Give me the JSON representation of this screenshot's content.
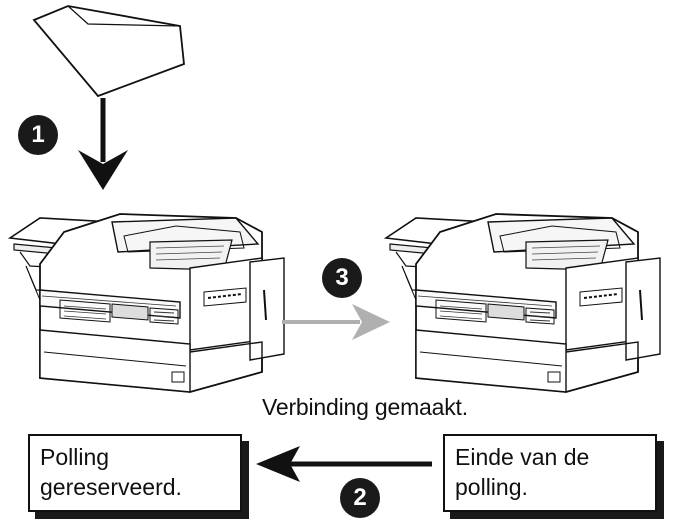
{
  "steps": {
    "one": "1",
    "two": "2",
    "three": "3"
  },
  "status": {
    "connected": "Verbinding gemaakt."
  },
  "boxes": {
    "left": {
      "line1": "Polling",
      "line2": "gereserveerd."
    },
    "right": {
      "line1": "Einde van de",
      "line2": "polling."
    }
  },
  "colors": {
    "ink": "#111111",
    "gray_arrow": "#b0b0b0",
    "badge": "#1a1a1a"
  }
}
